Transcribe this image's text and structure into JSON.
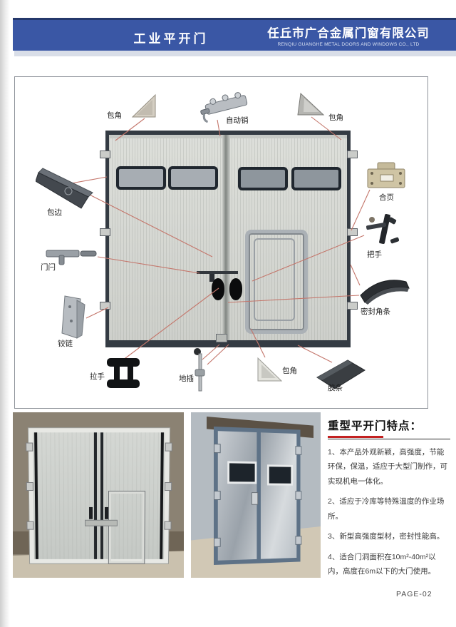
{
  "header": {
    "title": "工业平开门",
    "company_cn": "任丘市广合金属门窗有限公司",
    "company_en": "RENQIU GUANGHE METAL DOORS AND WINDOWS CO., LTD"
  },
  "diagram": {
    "labels": {
      "corner_top_left": "包角",
      "auto_pin": "自动销",
      "corner_top_right": "包角",
      "edge_wrap": "包边",
      "hinge_plate": "合页",
      "door_bolt": "门闩",
      "handle": "把手",
      "hinge": "铰链",
      "seal_corner_strip": "密封角条",
      "pull_handle": "拉手",
      "ground_pin": "地插",
      "corner_bottom": "包角",
      "rubber_strip": "胶条"
    }
  },
  "features": {
    "title": "重型平开门特点：",
    "items": [
      "1、本产品外观新颖，高强度，节能环保，保温，适应于大型门制作，可实现机电一体化。",
      "2、适应于冷库等特殊温度的作业场所。",
      "3、新型高强度型材，密封性能高。",
      "4、适合门洞面积在10m²-40m²以内，高度在6m以下的大门使用。"
    ]
  },
  "footer": {
    "page_number": "PAGE-02"
  },
  "colors": {
    "header_blue": "#3a57a5",
    "header_blue_dark": "#24386b",
    "accent_red": "#c32121",
    "leader_line": "#c4766b"
  }
}
